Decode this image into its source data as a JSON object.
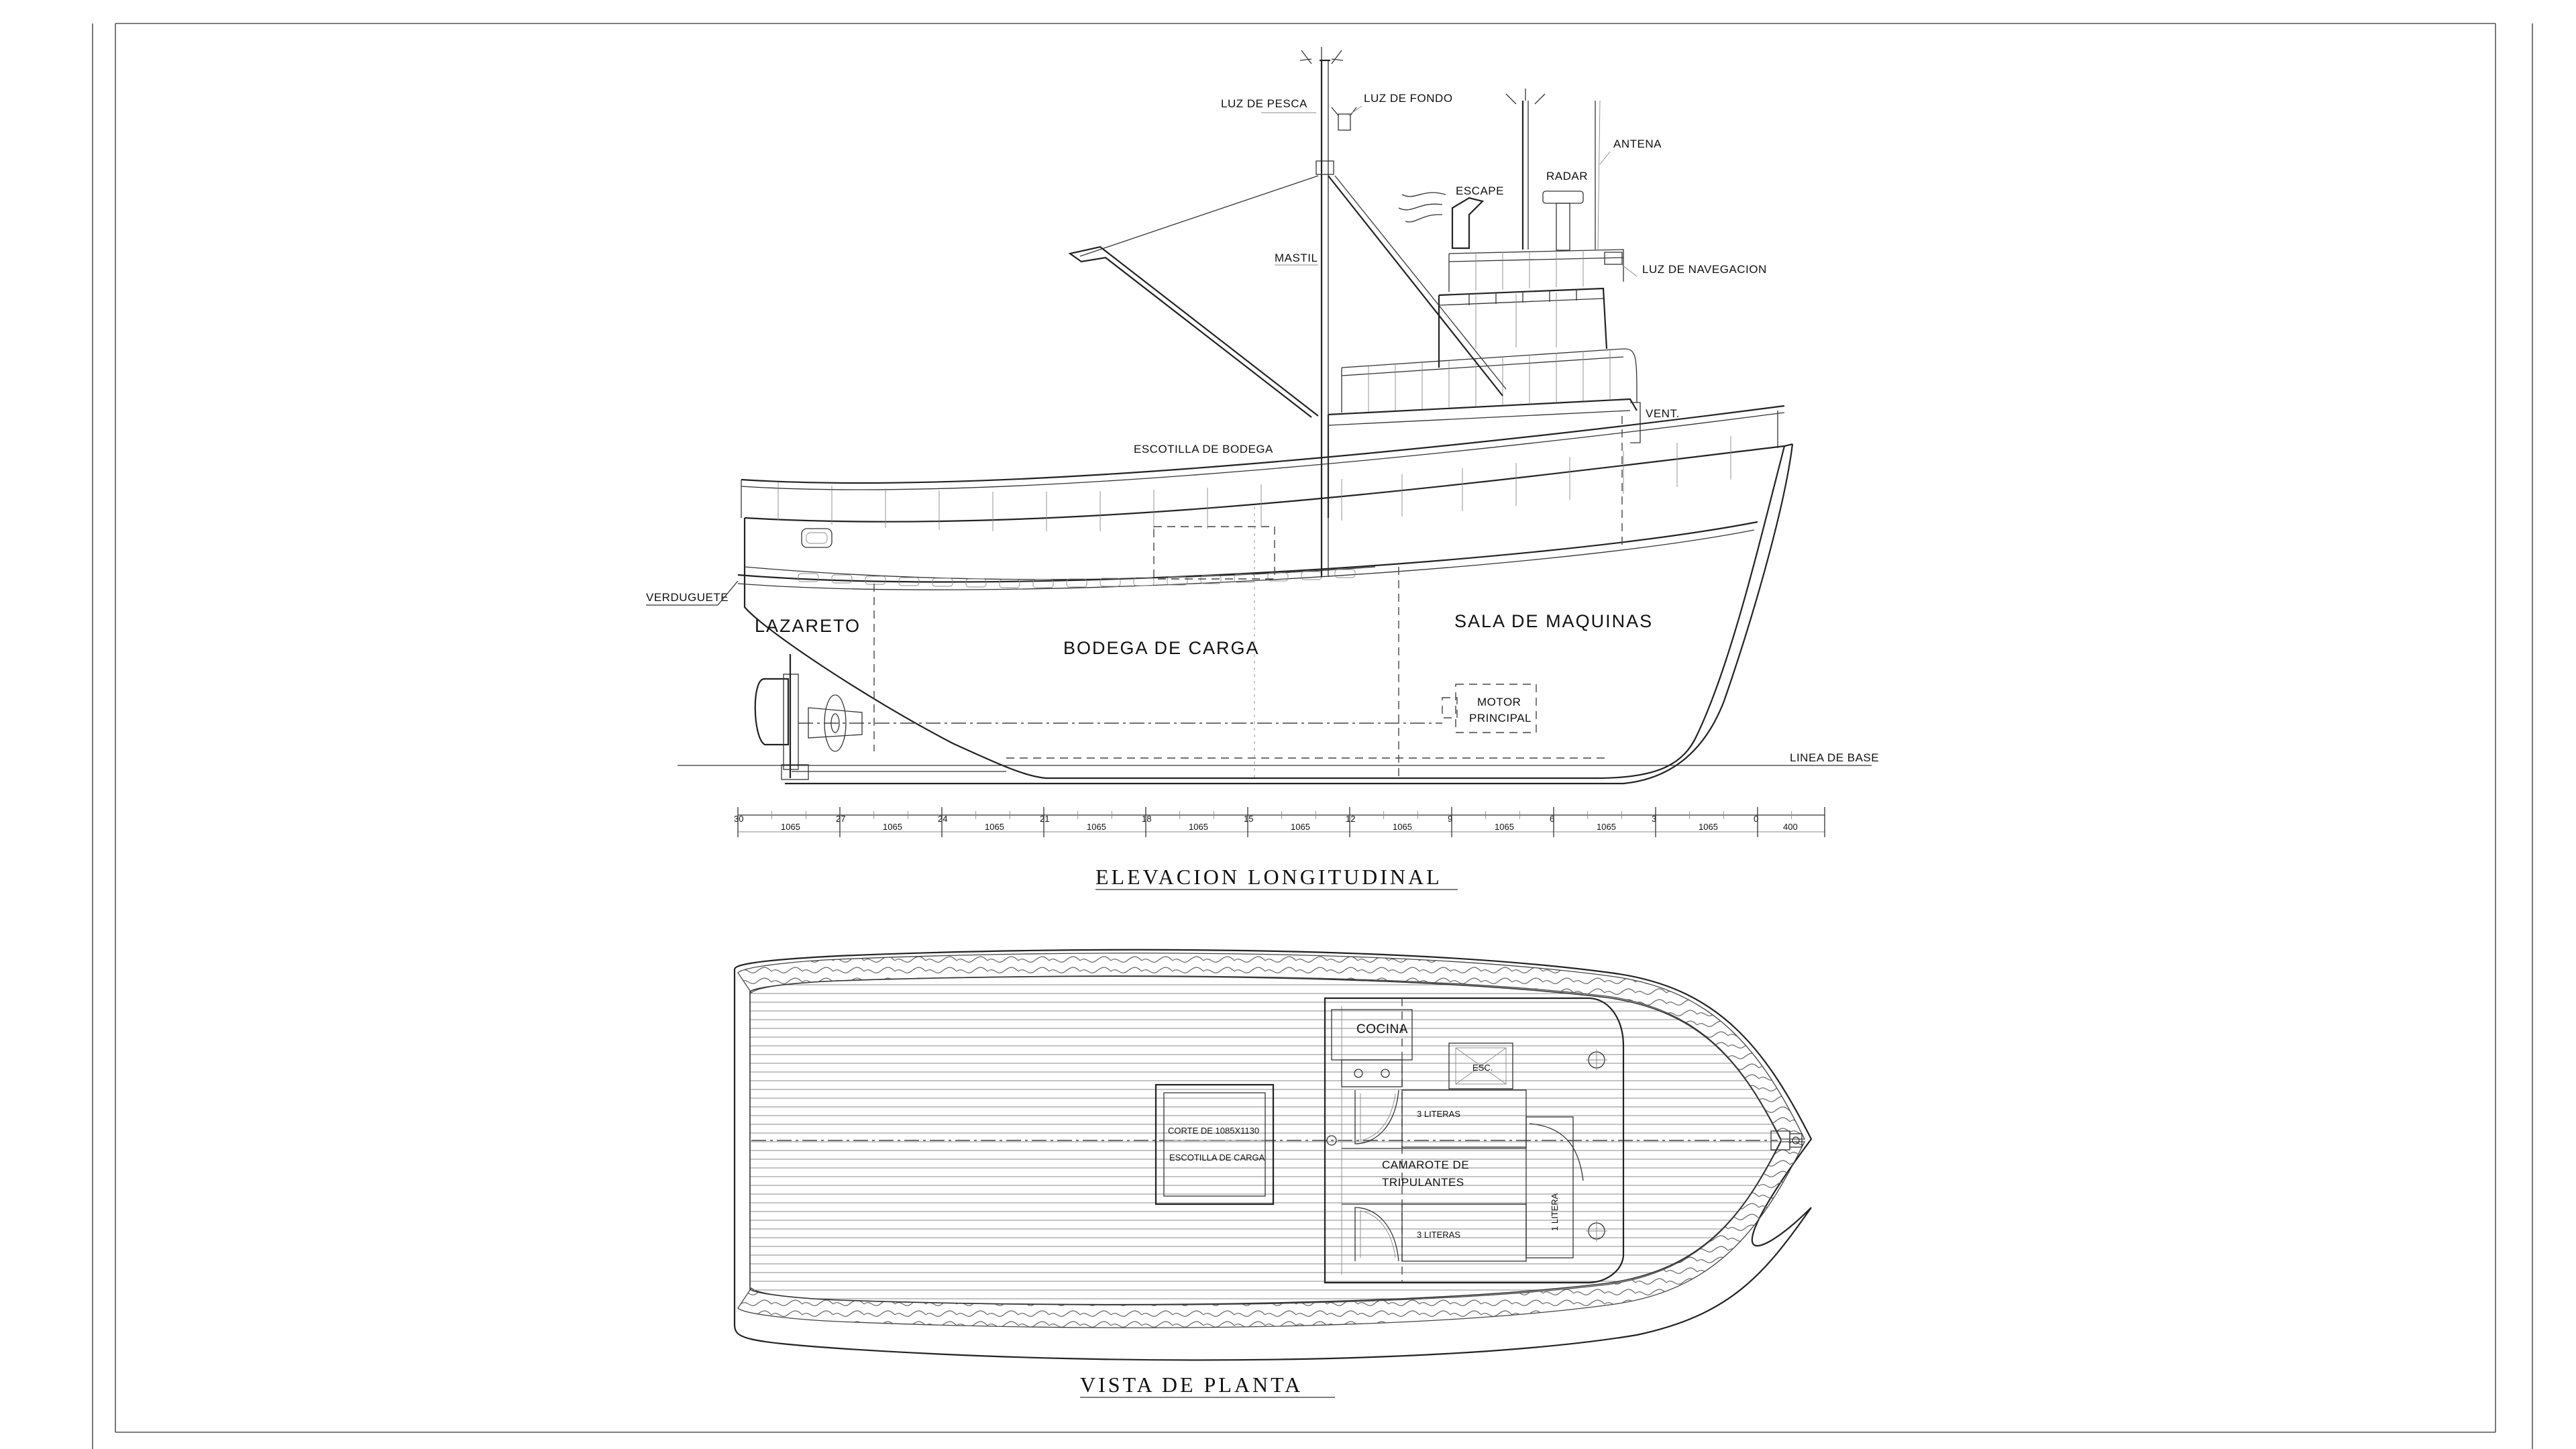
{
  "elevation": {
    "title": "ELEVACION LONGITUDINAL",
    "labels": {
      "luz_pesca": "LUZ DE PESCA",
      "luz_fondo": "LUZ DE FONDO",
      "antena": "ANTENA",
      "radar": "RADAR",
      "escape": "ESCAPE",
      "mastil": "MASTIL",
      "luz_navegacion": "LUZ DE NAVEGACION",
      "vent": "VENT.",
      "escotilla_bodega": "ESCOTILLA DE BODEGA",
      "verduguete": "VERDUGUETE",
      "lazareto": "LAZARETO",
      "bodega_carga": "BODEGA DE CARGA",
      "sala_maquinas": "SALA DE MAQUINAS",
      "motor_principal_1": "MOTOR",
      "motor_principal_2": "PRINCIPAL",
      "linea_base": "LINEA DE BASE"
    },
    "frames": [
      "30",
      "27",
      "24",
      "21",
      "18",
      "15",
      "12",
      "9",
      "6",
      "3",
      "0"
    ],
    "spacings": [
      "1065",
      "1065",
      "1065",
      "1065",
      "1065",
      "1065",
      "1065",
      "1065",
      "1065",
      "1065",
      "400"
    ]
  },
  "plan": {
    "title": "VISTA DE PLANTA",
    "labels": {
      "cocina": "COCINA",
      "esc": "ESC.",
      "literas_top": "3 LITERAS",
      "camarote_1": "CAMAROTE DE",
      "camarote_2": "TRIPULANTES",
      "literas_bottom": "3 LITERAS",
      "litera_single": "1 LITERA",
      "corte": "CORTE DE 1085X1130",
      "escotilla_carga": "ESCOTILLA DE CARGA"
    }
  }
}
